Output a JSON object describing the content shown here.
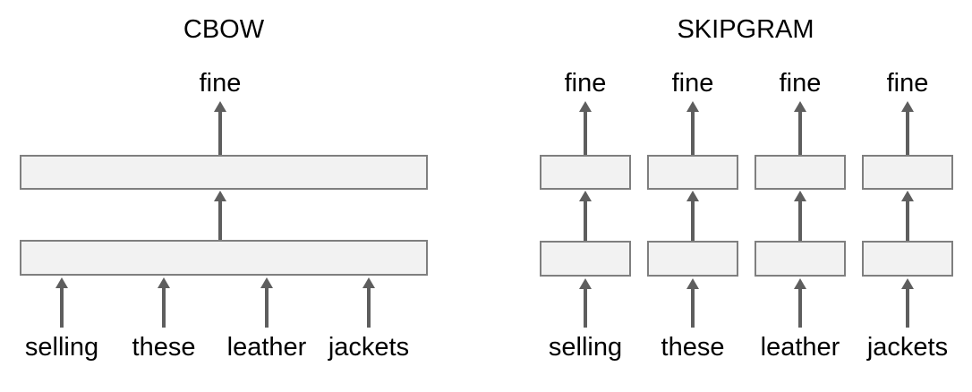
{
  "diagram": {
    "cbow": {
      "title": "CBOW",
      "output_word": "fine",
      "inputs": [
        "selling",
        "these",
        "leather",
        "jackets"
      ]
    },
    "skipgram": {
      "title": "SKIPGRAM",
      "outputs": [
        "fine",
        "fine",
        "fine",
        "fine"
      ],
      "inputs": [
        "selling",
        "these",
        "leather",
        "jackets"
      ]
    },
    "colors": {
      "box_fill": "#f2f2f2",
      "box_border": "#7f7f7f",
      "arrow": "#5e5e5e",
      "text": "#000000"
    }
  }
}
